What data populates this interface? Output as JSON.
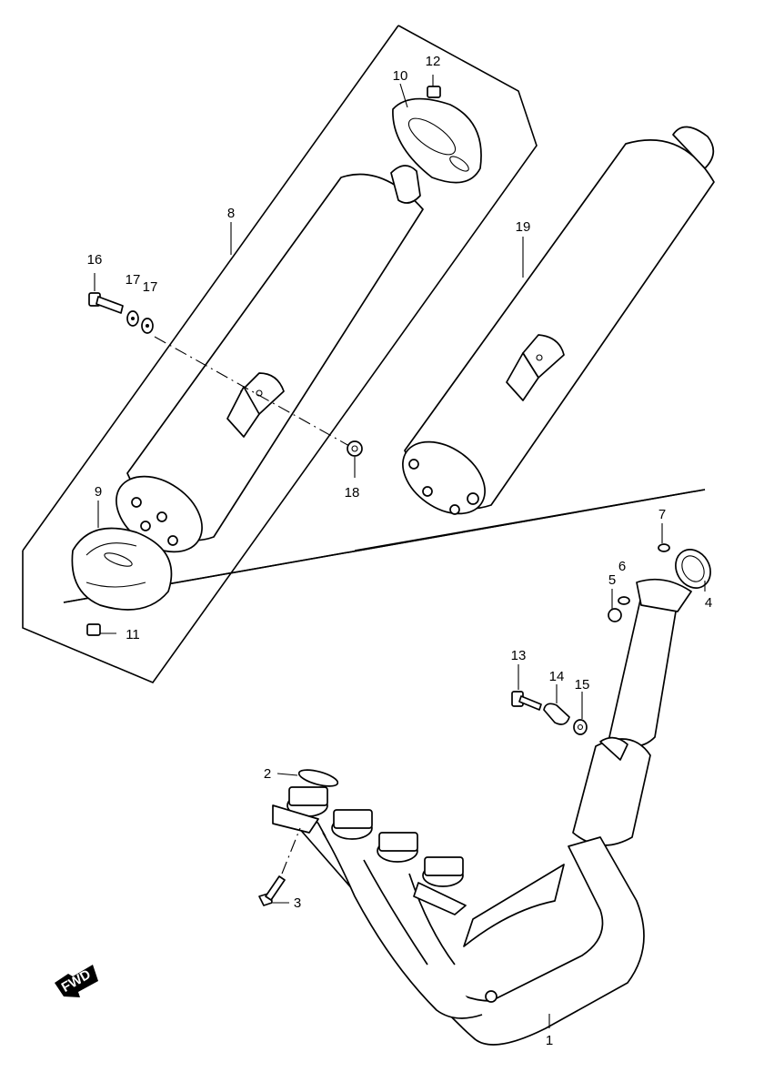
{
  "labels": {
    "p1": "1",
    "p2": "2",
    "p3": "3",
    "p4": "4",
    "p5": "5",
    "p6": "6",
    "p7": "7",
    "p8": "8",
    "p9": "9",
    "p10": "10",
    "p11": "11",
    "p12": "12",
    "p13": "13",
    "p14": "14",
    "p15": "15",
    "p16": "16",
    "p17a": "17",
    "p17b": "17",
    "p18": "18",
    "p19": "19"
  },
  "fwd_badge": "FWD"
}
